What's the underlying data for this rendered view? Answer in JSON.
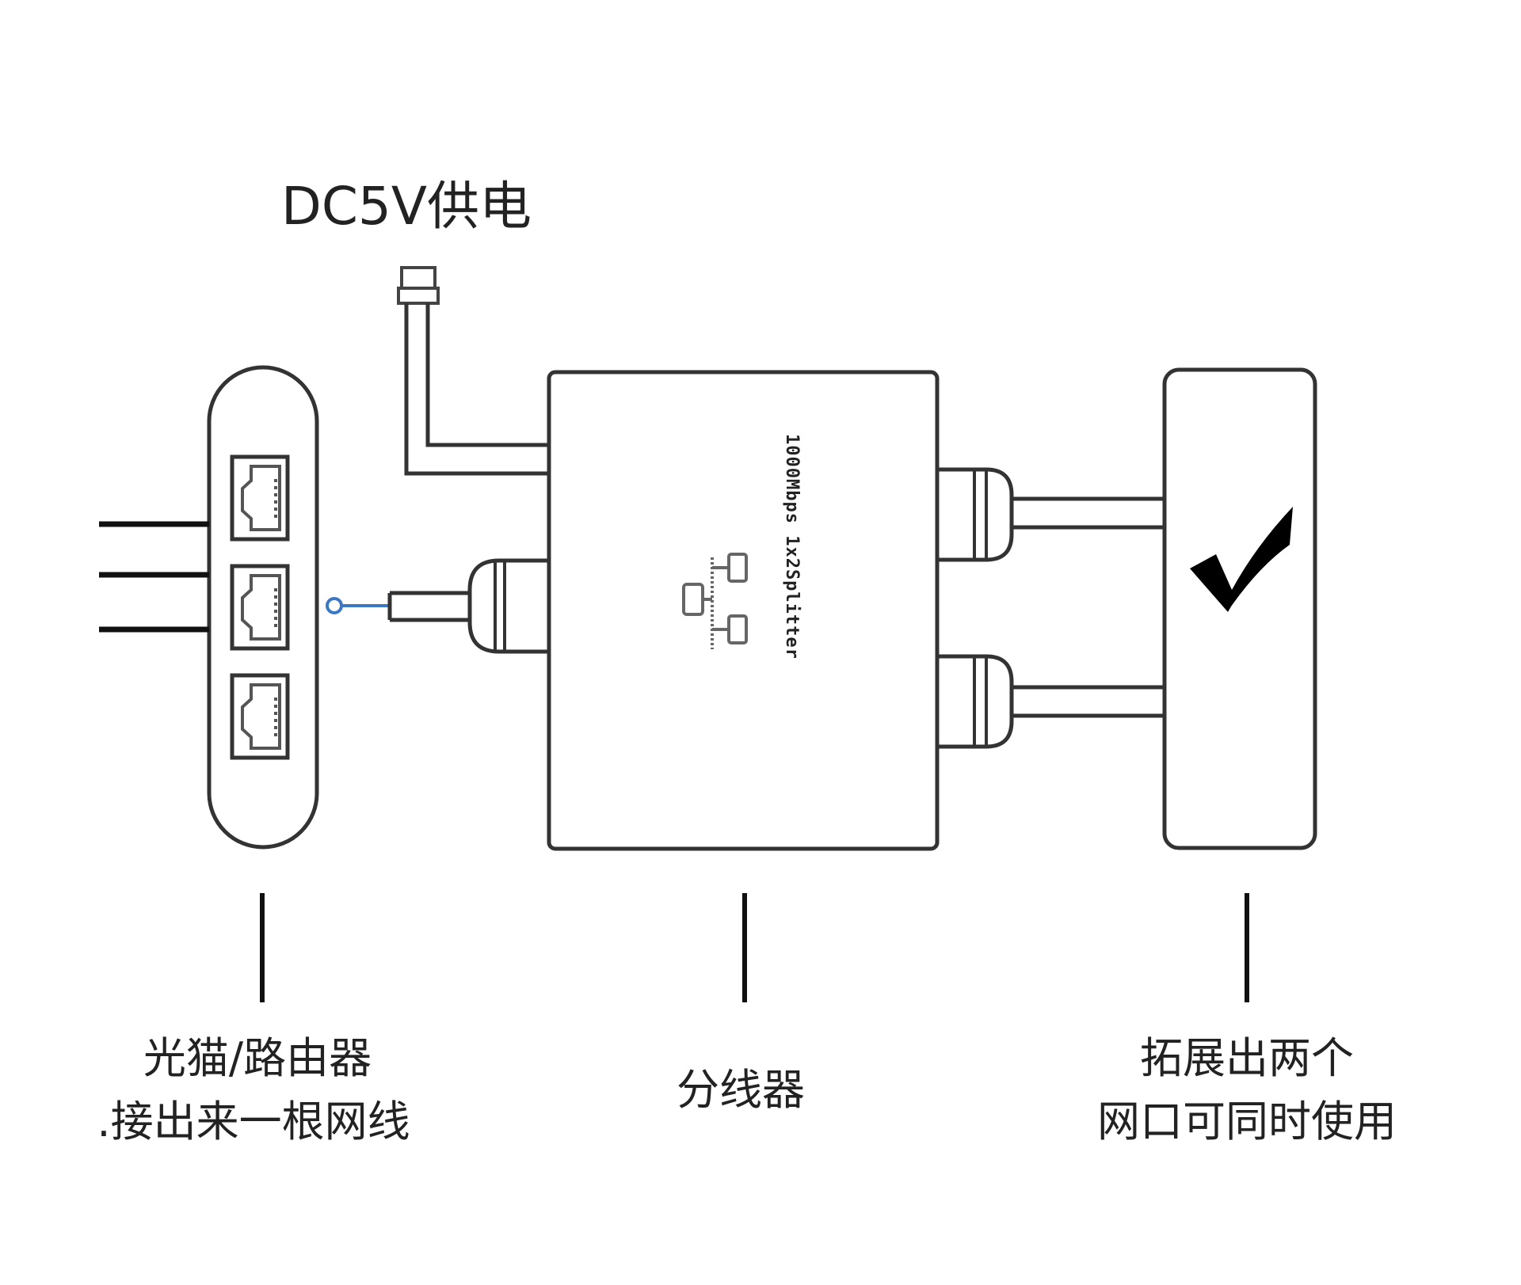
{
  "power": {
    "label": "DC5V供电"
  },
  "splitter": {
    "model_text": "1000Mbps 1x2Splitter",
    "icon": "network-topology-icon"
  },
  "captions": {
    "router": [
      "光猫/路由器",
      ".接出来一根网线"
    ],
    "splitter": [
      "分线器"
    ],
    "output": [
      "拓展出两个",
      "网口可同时使用"
    ]
  },
  "devices": {
    "router": {
      "name": "光猫/路由器",
      "port_count": 3,
      "port_icon": "rj45-port-icon"
    },
    "splitter": {
      "name": "分线器",
      "inputs": 1,
      "outputs": 2
    },
    "output": {
      "name": "output-device",
      "status_icon": "checkmark-icon"
    }
  },
  "colors": {
    "line": "#333333",
    "accent_connector": "#3b78c4",
    "text": "#222222",
    "background": "#ffffff"
  }
}
